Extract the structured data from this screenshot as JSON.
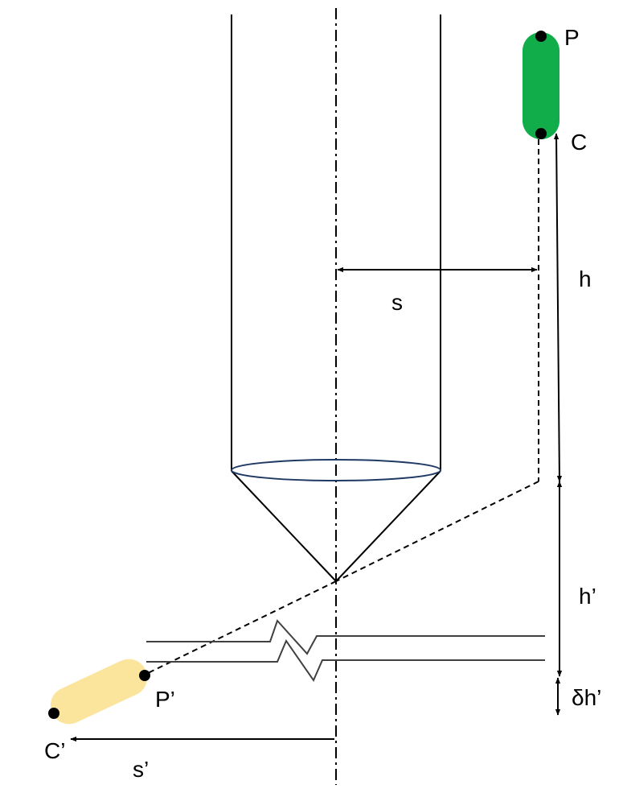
{
  "labels": {
    "p": "P",
    "c": "C",
    "h": "h",
    "s": "s",
    "h_prime": "h’",
    "delta_symbol": "δ",
    "delta_h_prime": "h’",
    "p_prime": "P’",
    "c_prime": "C’",
    "s_prime": "s’"
  },
  "colors": {
    "line": "#000000",
    "lens_edge": "#1f3864",
    "object_fill": "#12ad4b",
    "image_fill": "#fbe49b",
    "interface_line": "#404040"
  }
}
